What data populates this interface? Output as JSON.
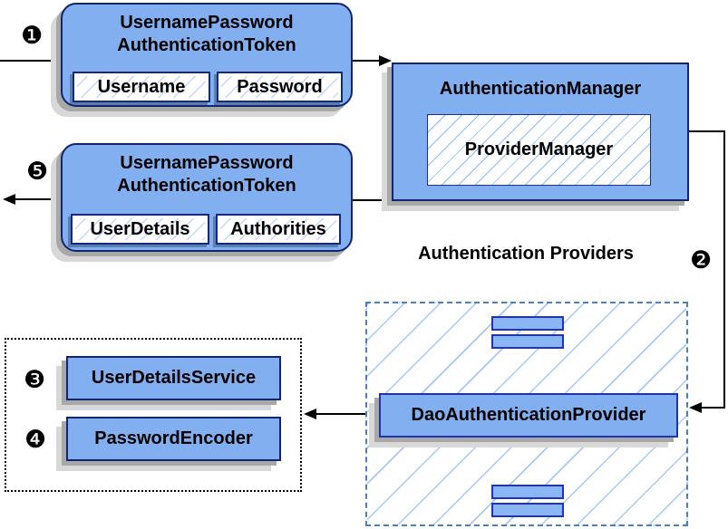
{
  "badges": {
    "step1": "❶",
    "step2": "❷",
    "step3": "❸",
    "step4": "❹",
    "step5": "❺"
  },
  "token_request": {
    "title_line1": "UsernamePassword",
    "title_line2": "AuthenticationToken",
    "fields": {
      "username": "Username",
      "password": "Password"
    }
  },
  "auth_manager": {
    "title": "AuthenticationManager",
    "inner": "ProviderManager"
  },
  "token_result": {
    "title_line1": "UsernamePassword",
    "title_line2": "AuthenticationToken",
    "fields": {
      "user_details": "UserDetails",
      "authorities": "Authorities"
    }
  },
  "providers": {
    "title": "Authentication Providers",
    "dao": "DaoAuthenticationProvider"
  },
  "services": {
    "user_details_service": "UserDetailsService",
    "password_encoder": "PasswordEncoder"
  },
  "colors": {
    "box_fill": "#82aff0",
    "box_border": "#12266f",
    "bar_border": "#1d33c2",
    "dashed_border": "#4a7fc1",
    "hatch_line": "#a6c9f4",
    "shadow_dark": "#a8a8a8",
    "shadow_light": "#d8d8d8",
    "connector": "#000000"
  }
}
